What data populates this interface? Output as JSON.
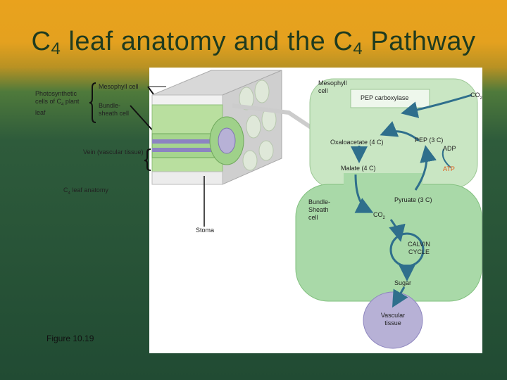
{
  "slide": {
    "title_main": "C",
    "title_sub1": "4",
    "title_mid": " leaf anatomy and the C",
    "title_sub2": "4",
    "title_end": " Pathway"
  },
  "labels": {
    "photosynthetic": "Photosynthetic cells of C",
    "photosynthetic_sub": "4",
    "photosynthetic_end": " plant leaf",
    "mesophyll_cell_left": "Mesophyll cell",
    "bundle_sheath_left": "Bundle-sheath cell",
    "vein": "Vein (vascular tissue)",
    "c4_leaf_anatomy": "C",
    "c4_leaf_anatomy_sub": "4",
    "c4_leaf_anatomy_end": " leaf anatomy",
    "stoma": "Stoma",
    "figure": "Figure 10.19",
    "mesophyll_cell_right": "Mesophyll cell",
    "pep_carboxylase": "PEP carboxylase",
    "co2_top": "CO",
    "co2_top_sub": "2",
    "oxaloacetate": "Oxaloacetate (4 C)",
    "pep": "PEP (3 C)",
    "adp": "ADP",
    "malate": "Malate (4 C)",
    "atp": "ATP",
    "bundle_sheath_right": "Bundle-Sheath cell",
    "pyruvate": "Pyruate (3 C)",
    "co2_mid": "CO",
    "co2_mid_sub": "2",
    "calvin": "CALVIN CYCLE",
    "sugar": "Sugar",
    "vascular": "Vascular tissue"
  },
  "colors": {
    "mesophyll_fill": "#c9e6c3",
    "bundle_fill": "#a9d9a8",
    "vascular_fill": "#b7b1d6",
    "arrow_blue": "#2f6f8c",
    "atp_orange": "#e05a1a"
  }
}
